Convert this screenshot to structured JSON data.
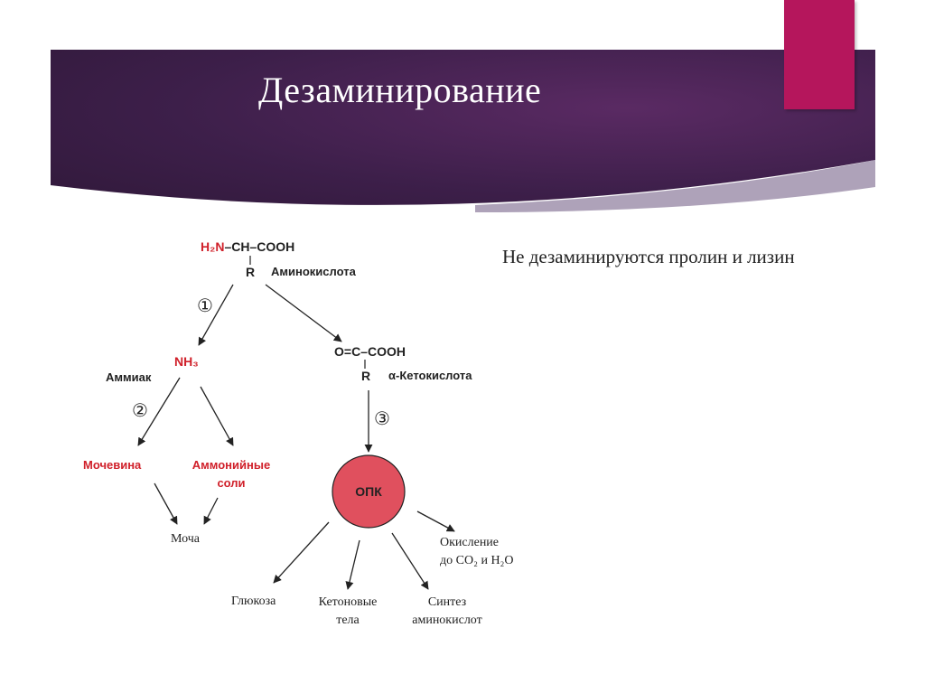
{
  "slide": {
    "title": "Дезаминирование",
    "note": "Не дезаминируются пролин и лизин"
  },
  "diagram": {
    "amino_formula_group": "H₂N",
    "amino_formula_rest": "–CH–COOH",
    "amino_r": "R",
    "amino_label": "Аминокислота",
    "step1": "①",
    "step2": "②",
    "step3": "③",
    "nh3": "NH₃",
    "ammonia_label": "Аммиак",
    "keto_formula": "O=C–COOH",
    "keto_r": "R",
    "keto_label": "α-Кетокислота",
    "urea": "Мочевина",
    "ammonium_line1": "Аммонийные",
    "ammonium_line2": "соли",
    "urine": "Моча",
    "onk": "ОПК",
    "glucose": "Глюкоза",
    "ketone_line1": "Кетоновые",
    "ketone_line2": "тела",
    "synthesis_line1": "Синтез",
    "synthesis_line2": "аминокислот",
    "oxidation_line1": "Окисление",
    "oxidation_line2": "до CO₂ и H₂O"
  },
  "colors": {
    "accent": "#b5165c",
    "banner": "#3d1f4a",
    "highlight_red": "#d0202a",
    "onk_circle": "#e0505e"
  }
}
